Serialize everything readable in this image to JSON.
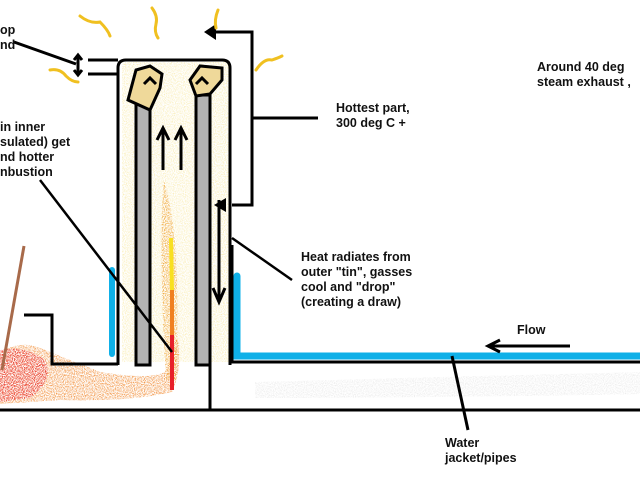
{
  "colors": {
    "outline": "#000000",
    "inner_tube": "#b3b3b3",
    "water": "#0fb0e8",
    "heat_wave": "#f0c020",
    "flame_hot": "#e8202a",
    "flame_mid": "#f08020",
    "flame_top": "#f8e020",
    "wood": "#a86a4a",
    "exhaust_smoke": "#cccccc"
  },
  "labels": {
    "drop_gap": [
      "op",
      "nd"
    ],
    "inner_tin": [
      "in inner",
      "sulated) get",
      "nd hotter",
      "nbustion"
    ],
    "hottest": [
      "Hottest part,",
      "300 deg C +"
    ],
    "exhaust": [
      "Around 40 deg",
      "steam exhaust ,"
    ],
    "radiates": [
      "Heat radiates from",
      "outer \"tin\", gasses",
      "cool and \"drop\"",
      "(creating a draw)"
    ],
    "flow": "Flow",
    "water_jacket": [
      "Water",
      "jacket/pipes"
    ]
  },
  "icons": {
    "flow_arrow": "arrow-left",
    "gas_rise_arrows": "arrow-up",
    "gas_drop_arrow": "arrow-down",
    "exhaust_arrow": "arrow-left",
    "gap_indicator": "double-arrow-vertical"
  }
}
